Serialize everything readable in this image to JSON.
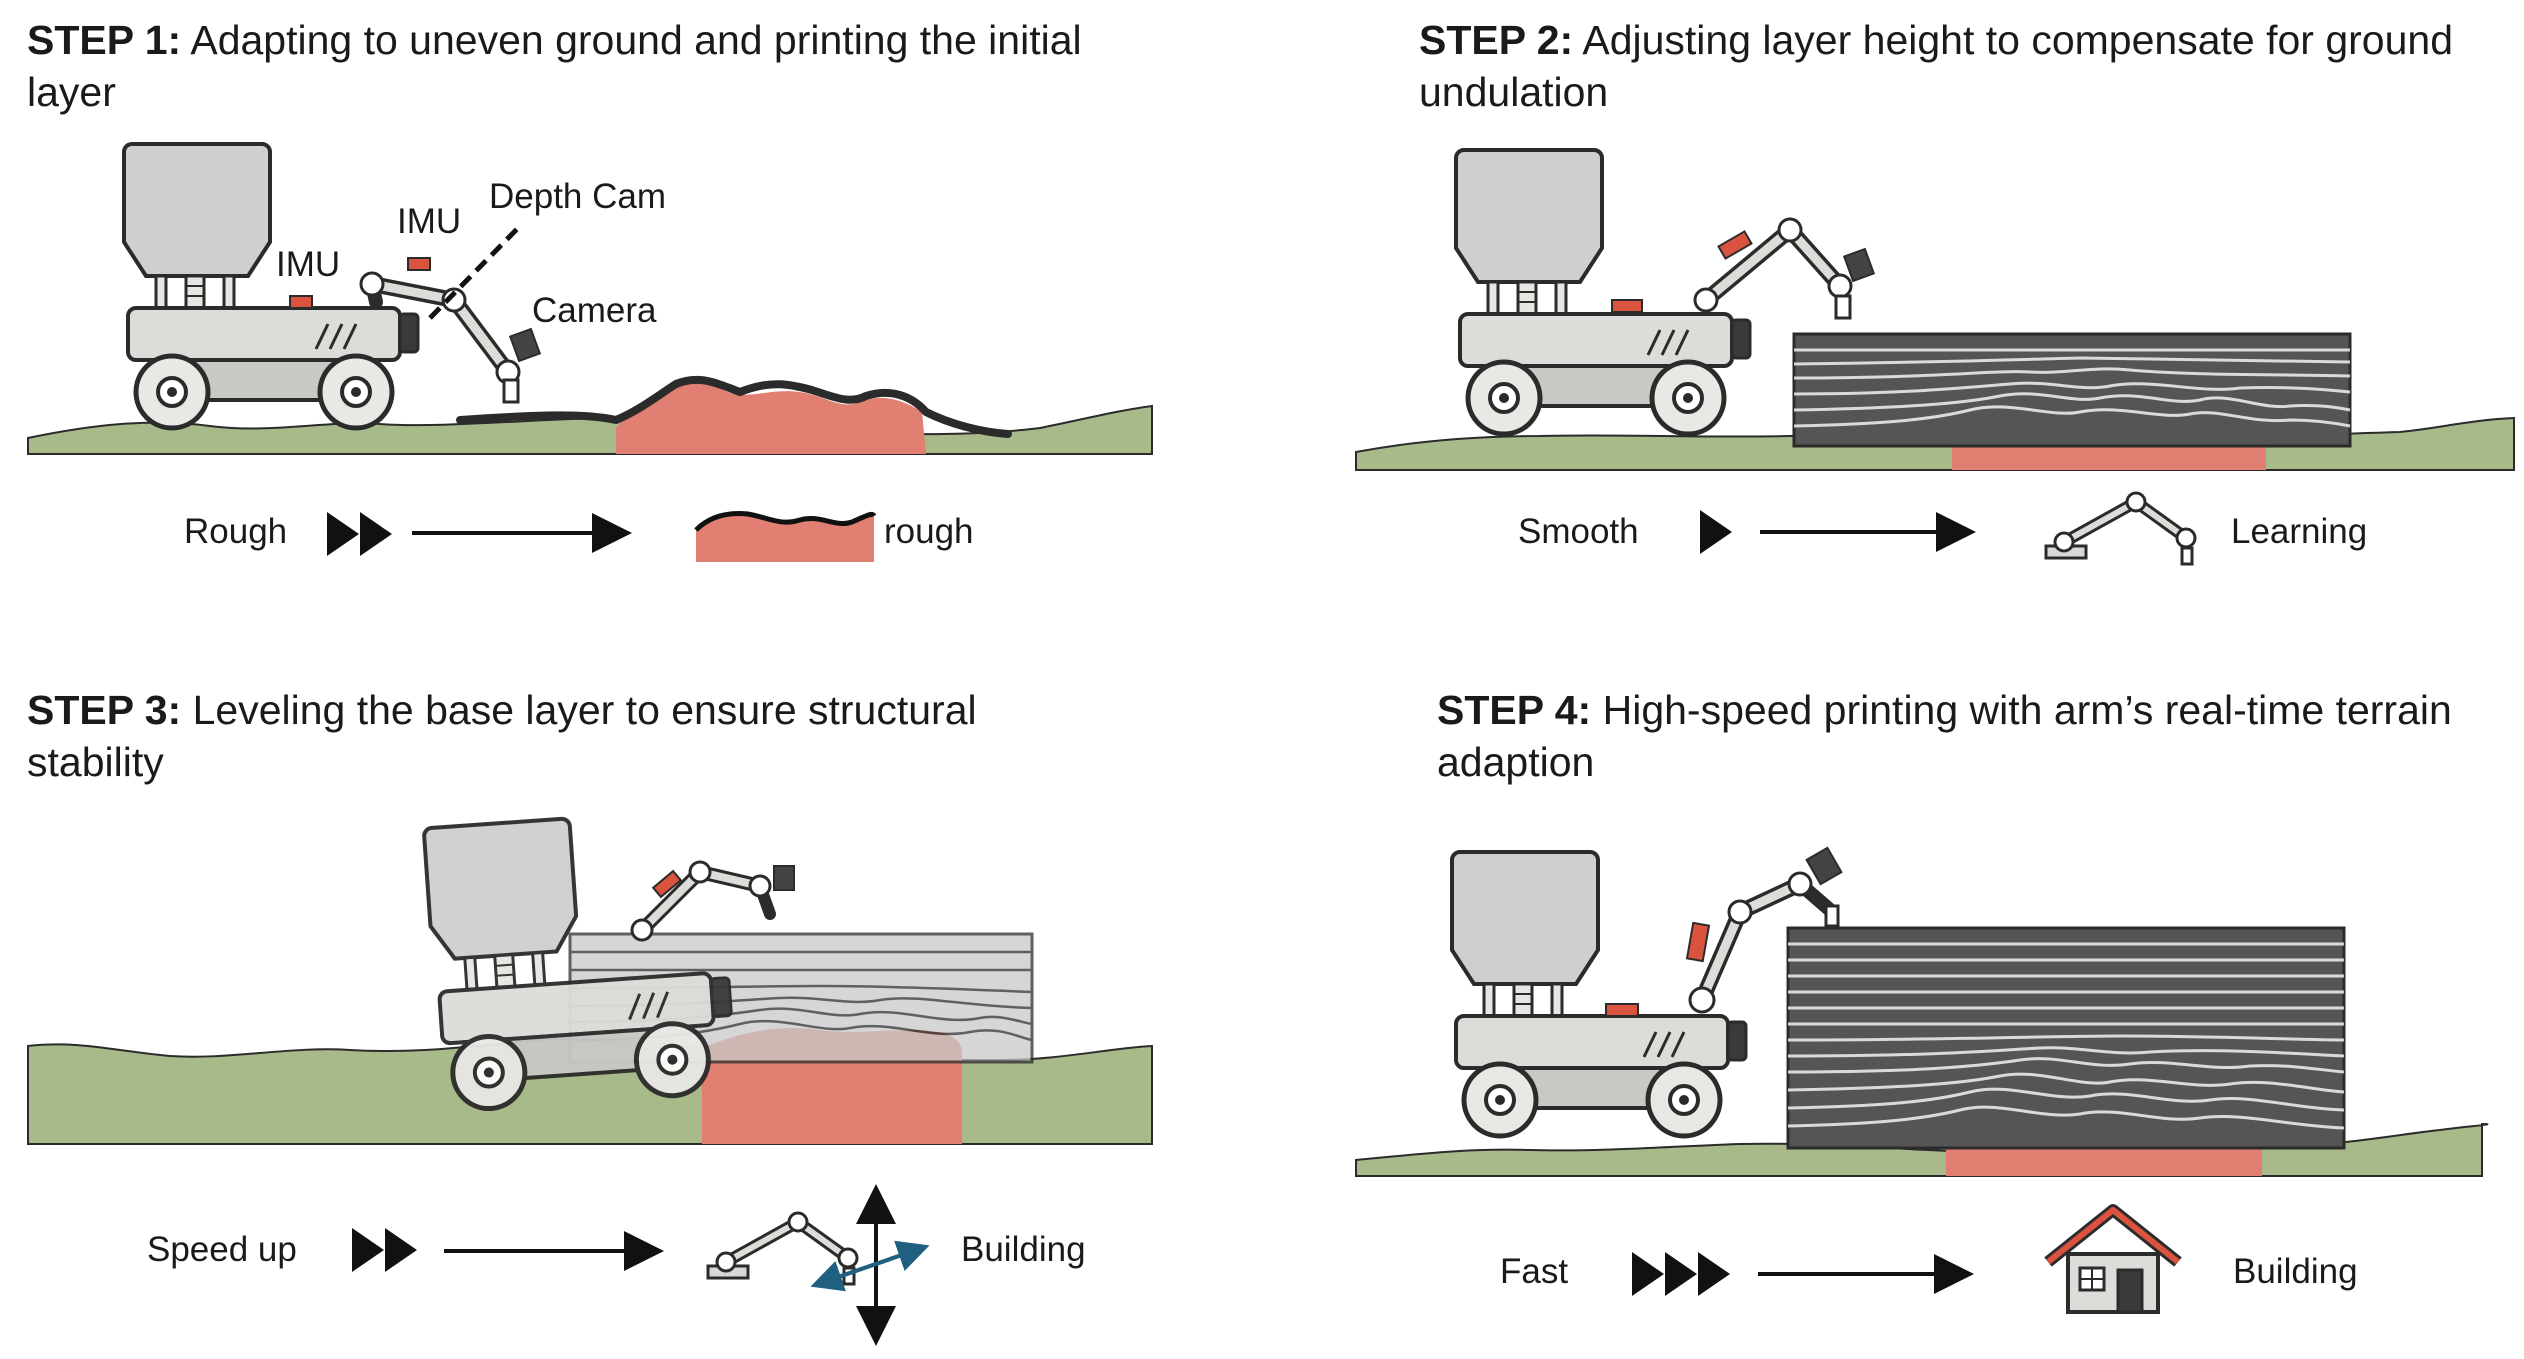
{
  "colors": {
    "ground": "#a8ba8a",
    "rough_patch": "#e07f72",
    "machine": "#d8d8d4",
    "outline": "#2b2b2b",
    "dark_layer": "#555555",
    "sensor": "#d9533f",
    "arrow_blue": "#1f5f80"
  },
  "steps": [
    {
      "step": "STEP 1:",
      "title": "Adapting to uneven ground and printing the initial layer",
      "sensors": [
        "IMU",
        "IMU",
        "Depth Cam",
        "Camera"
      ],
      "mode_label": "Rough",
      "speed_icon": "double-play-icon",
      "result_icon": "rough-surface-icon",
      "result_label": "rough"
    },
    {
      "step": "STEP 2:",
      "title": "Adjusting layer height to compensate for ground undulation",
      "mode_label": "Smooth",
      "speed_icon": "single-play-icon",
      "result_icon": "robot-arm-icon",
      "result_label": "Learning"
    },
    {
      "step": "STEP 3:",
      "title": "Leveling the base layer to ensure structural stability",
      "mode_label": "Speed up",
      "speed_icon": "double-play-icon",
      "result_icon": "robot-arm-axes-icon",
      "result_label": "Building"
    },
    {
      "step": "STEP 4:",
      "title": "High-speed printing with arm’s real-time terrain adaption",
      "mode_label": "Fast",
      "speed_icon": "triple-play-icon",
      "result_icon": "house-icon",
      "result_label": "Building"
    }
  ]
}
